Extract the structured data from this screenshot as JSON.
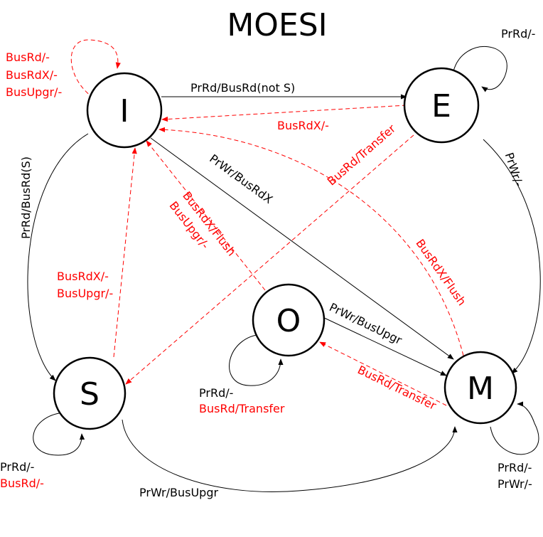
{
  "title": "MOESI",
  "states": {
    "I": "I",
    "E": "E",
    "S": "S",
    "O": "O",
    "M": "M"
  },
  "colors": {
    "processor_transition": "#000000",
    "bus_transition": "#ff0000"
  },
  "labels": {
    "I_self_1": "BusRd/-",
    "I_self_2": "BusRdX/-",
    "I_self_3": "BusUpgr/-",
    "E_self": "PrRd/-",
    "I_to_E": "PrRd/BusRd(not S)",
    "E_to_I": "BusRdX/-",
    "E_to_S": "BusRd/Transfer",
    "E_to_M": "PrWr/-",
    "I_to_S": "PrRd/BusRd(S)",
    "I_to_M": "PrWr/BusRdX",
    "O_to_I_1": "BusRdX/Flush",
    "O_to_I_2": "BusUpgr/-",
    "M_to_I": "BusRdX/Flush",
    "S_to_I_1": "BusRdX/-",
    "S_to_I_2": "BusUpgr/-",
    "O_to_M": "PrWr/BusUpgr",
    "M_to_O": "BusRd/Transfer",
    "O_self_1": "PrRd/-",
    "O_self_2": "BusRd/Transfer",
    "S_self_1": "PrRd/-",
    "S_self_2": "BusRd/-",
    "S_to_M": "PrWr/BusUpgr",
    "M_self_1": "PrRd/-",
    "M_self_2": "PrWr/-"
  }
}
